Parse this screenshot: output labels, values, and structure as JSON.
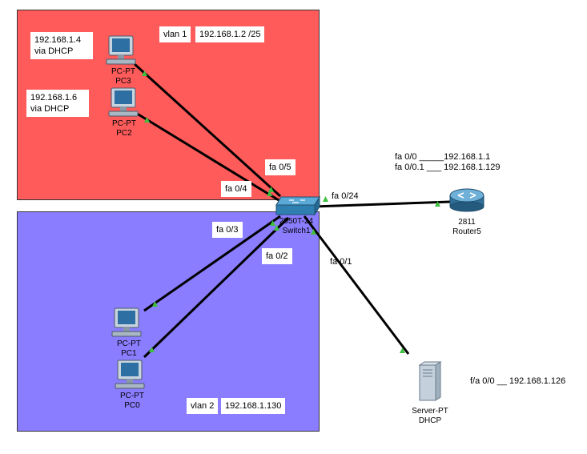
{
  "zones": {
    "vlan1": {
      "label": "vlan 1",
      "ip": "192.168.1.2 /25"
    },
    "vlan2": {
      "label": "vlan 2",
      "ip": "192.168.1.130"
    }
  },
  "notes": {
    "pc3_ip": [
      "192.168.1.4",
      "via DHCP"
    ],
    "pc2_ip": [
      "192.168.1.6",
      "via DHCP"
    ],
    "router_ports": [
      "fa 0/0 _____192.168.1.1",
      "fa 0/0.1 ___ 192.168.1.129"
    ],
    "server_port": "f/a 0/0 __ 192.168.1.126"
  },
  "devices": {
    "pc3": {
      "model": "PC-PT",
      "name": "PC3"
    },
    "pc2": {
      "model": "PC-PT",
      "name": "PC2"
    },
    "pc1": {
      "model": "PC-PT",
      "name": "PC1"
    },
    "pc0": {
      "model": "PC-PT",
      "name": "PC0"
    },
    "switch": {
      "model": "2950T-24",
      "name": "Switch1"
    },
    "router": {
      "model": "2811",
      "name": "Router5"
    },
    "server": {
      "model": "Server-PT",
      "name": "DHCP"
    }
  },
  "ports": {
    "fa05": "fa 0/5",
    "fa04": "fa 0/4",
    "fa03": "fa 0/3",
    "fa02": "fa 0/2",
    "fa024": "fa 0/24",
    "fa01": "fa 0/1"
  },
  "colors": {
    "vlan1_zone": "#ff5b5b",
    "vlan2_zone": "#8a7dff",
    "link_up": "#3fbf3f",
    "cable": "#000000"
  }
}
